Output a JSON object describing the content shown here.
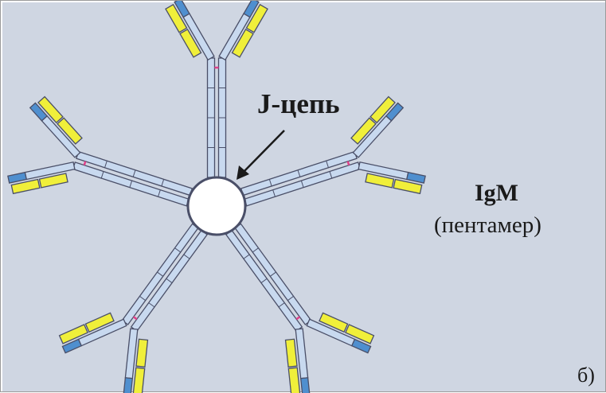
{
  "labels": {
    "j_chain": "J-цепь",
    "igm_title": "IgM",
    "igm_subtitle": "(пентамер)",
    "panel_letter": "б)"
  },
  "colors": {
    "background": "#cfd6e2",
    "heavy_chain": "#c8d9ef",
    "chain_outline": "#4a4f68",
    "variable_domain": "#4f8fcf",
    "light_chain": "#f0ef3a",
    "disulfide_bond": "#e0408a",
    "j_chain_fill": "#ffffff",
    "arrow": "#1a1a1a"
  },
  "diagram": {
    "monomer_count": 5,
    "j_chain_connection": "center"
  }
}
